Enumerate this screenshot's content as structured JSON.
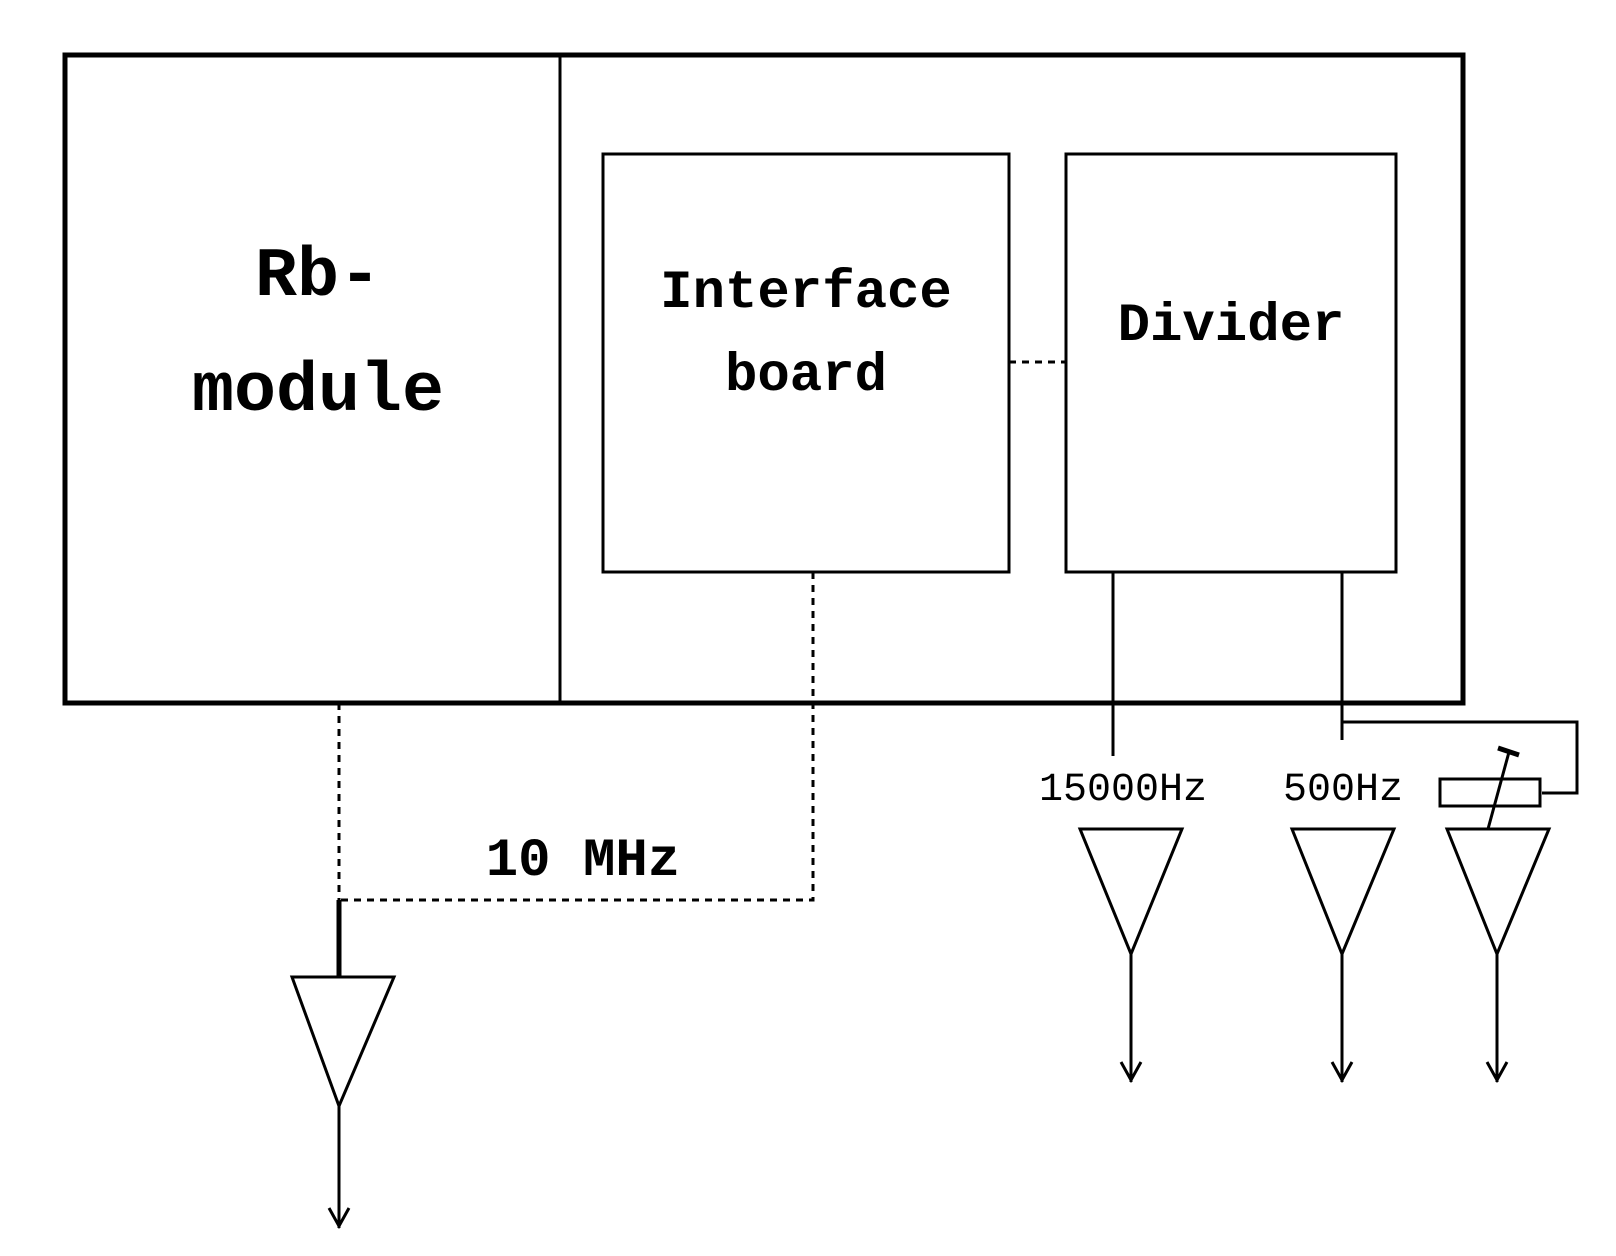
{
  "diagram": {
    "blocks": {
      "rb_module": {
        "line1": "Rb-",
        "line2": "module"
      },
      "interface_board": {
        "line1": "Interface",
        "line2": "board"
      },
      "divider": {
        "label": "Divider"
      }
    },
    "outputs": {
      "ref_10mhz": {
        "label": "10 MHz"
      },
      "out_15000hz": {
        "label": "15000Hz"
      },
      "out_500hz": {
        "label": "500Hz"
      }
    },
    "colors": {
      "stroke": "#000000",
      "background": "#ffffff"
    }
  }
}
